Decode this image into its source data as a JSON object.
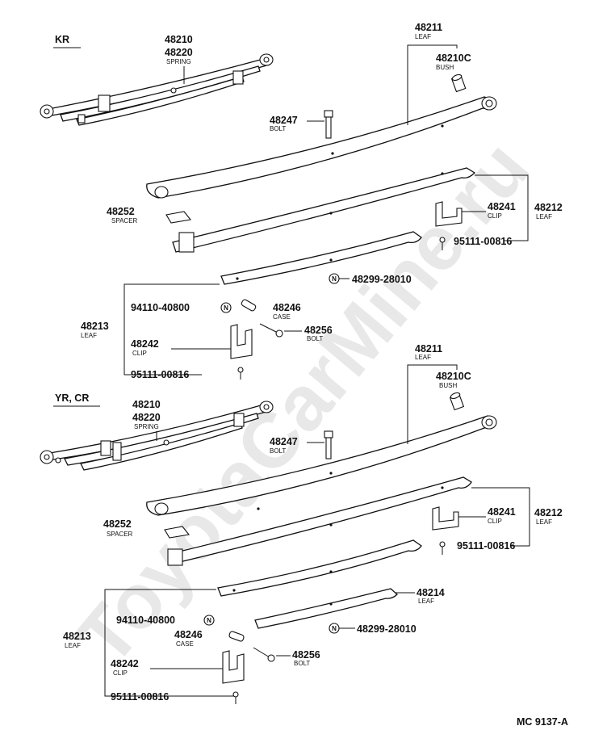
{
  "watermark": "ToyotaCarMine.ru",
  "figure_code": "MC 9137-A",
  "sections": {
    "top": {
      "title": "KR",
      "spring": {
        "part1": "48210",
        "part2": "48220",
        "desc": "SPRING"
      },
      "leaf_main": {
        "part": "48211",
        "desc": "LEAF"
      },
      "bush": {
        "part": "48210C",
        "desc": "BUSH"
      },
      "bolt_center": {
        "part": "48247",
        "desc": "BOLT"
      },
      "spacer": {
        "part": "48252",
        "desc": "SPACER"
      },
      "clip_upper": {
        "part": "48241",
        "desc": "CLIP"
      },
      "leaf_2": {
        "part": "48212",
        "desc": "LEAF"
      },
      "screw_upper": {
        "part": "95111-00816"
      },
      "n_label": {
        "part": "48299-28010",
        "symbol": "N"
      },
      "leaf_3": {
        "part": "48213",
        "desc": "LEAF"
      },
      "nut": {
        "part": "94110-40800",
        "symbol": "N"
      },
      "case": {
        "part": "48246",
        "desc": "CASE"
      },
      "bolt_clip": {
        "part": "48256",
        "desc": "BOLT"
      },
      "clip_lower": {
        "part": "48242",
        "desc": "CLIP"
      },
      "screw_lower": {
        "part": "95111-00816"
      }
    },
    "bottom": {
      "title": "YR, CR",
      "spring": {
        "part1": "48210",
        "part2": "48220",
        "desc": "SPRING"
      },
      "leaf_main": {
        "part": "48211",
        "desc": "LEAF"
      },
      "bush": {
        "part": "48210C",
        "desc": "BUSH"
      },
      "bolt_center": {
        "part": "48247",
        "desc": "BOLT"
      },
      "spacer": {
        "part": "48252",
        "desc": "SPACER"
      },
      "clip_upper": {
        "part": "48241",
        "desc": "CLIP"
      },
      "leaf_2": {
        "part": "48212",
        "desc": "LEAF"
      },
      "screw_upper": {
        "part": "95111-00816"
      },
      "leaf_4": {
        "part": "48214",
        "desc": "LEAF"
      },
      "n_label": {
        "part": "48299-28010",
        "symbol": "N"
      },
      "leaf_3": {
        "part": "48213",
        "desc": "LEAF"
      },
      "nut": {
        "part": "94110-40800",
        "symbol": "N"
      },
      "case": {
        "part": "48246",
        "desc": "CASE"
      },
      "bolt_clip": {
        "part": "48256",
        "desc": "BOLT"
      },
      "clip_lower": {
        "part": "48242",
        "desc": "CLIP"
      },
      "screw_lower": {
        "part": "95111-00816"
      }
    }
  }
}
